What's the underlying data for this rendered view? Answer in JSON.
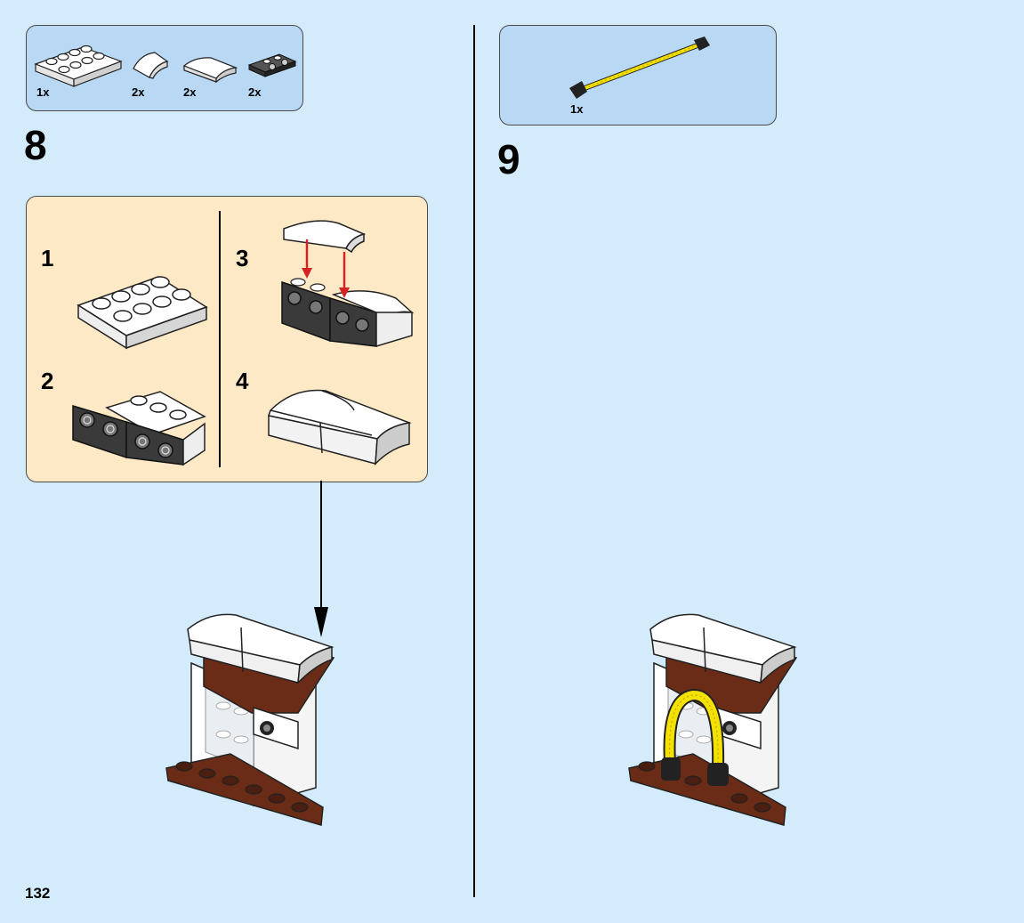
{
  "page": {
    "number": "132"
  },
  "step8": {
    "number": "8",
    "parts": [
      {
        "qty": "1x",
        "icon": "white-plate-2x4-icon"
      },
      {
        "qty": "2x",
        "icon": "white-curved-slope-small-icon"
      },
      {
        "qty": "2x",
        "icon": "white-curved-slope-icon"
      },
      {
        "qty": "2x",
        "icon": "black-bracket-icon"
      }
    ],
    "substeps": [
      "1",
      "2",
      "3",
      "4"
    ]
  },
  "step9": {
    "number": "9",
    "parts": [
      {
        "qty": "1x",
        "icon": "yellow-flex-hose-icon"
      }
    ]
  },
  "colors": {
    "background": "#d3ebfa",
    "parts_box": "#b8d8f3",
    "substep_box": "#fde9c6",
    "brick_brown": "#6b2c17",
    "hose_yellow": "#f5e100",
    "arrow_red": "#d42323"
  }
}
